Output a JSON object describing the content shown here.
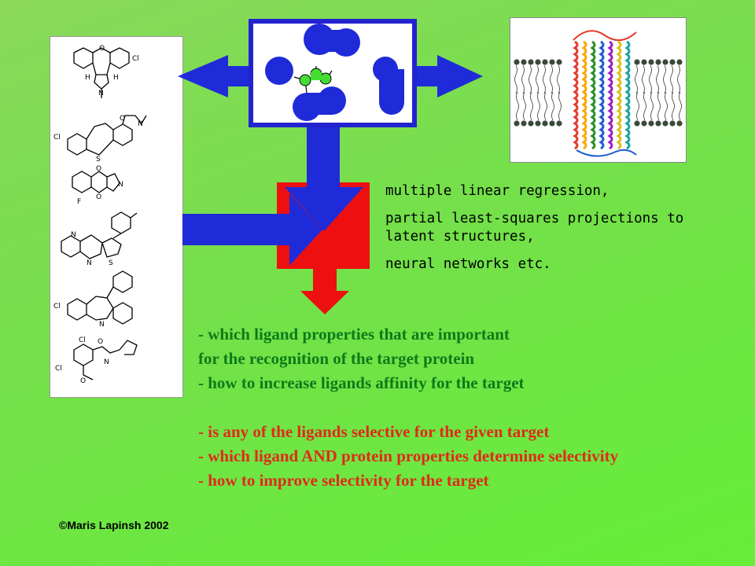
{
  "methods": [
    "multiple linear regression,",
    "partial least-squares projections to latent structures,",
    "neural networks etc."
  ],
  "questions_affinity": [
    "- which ligand properties that are important",
    "for the recognition of the target protein",
    "- how to increase ligands affinity for the target"
  ],
  "questions_selectivity": [
    "- is any of the ligands selective for the given target",
    "- which ligand AND protein properties determine selectivity",
    "- how to improve selectivity for the target"
  ],
  "credit": "©Maris Lapinsh 2002",
  "ligand_labels": {
    "cl": "Cl",
    "o": "O",
    "n": "N",
    "h": "H",
    "s": "S",
    "f": "F"
  },
  "colors": {
    "background": "#74e04a",
    "arrow_blue": "#1f2bd8",
    "arrow_red": "#ee1010",
    "text_green": "#0d7a1a",
    "text_red": "#e02a1a"
  }
}
